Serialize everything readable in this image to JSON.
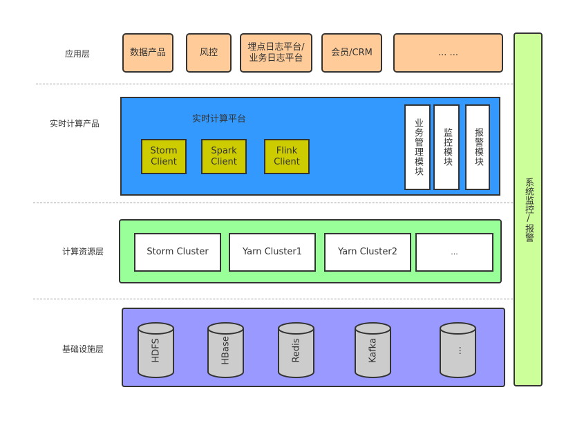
{
  "layers": {
    "application": "应用层",
    "realtime_product": "实时计算产品",
    "compute_resource": "计算资源层",
    "infrastructure": "基础设施层"
  },
  "application_items": [
    "数据产品",
    "风控",
    "埋点日志平台/\n业务日志平台",
    "会员/CRM",
    "... ..."
  ],
  "realtime_platform": {
    "title": "实时计算平台",
    "clients": [
      "Storm\nClient",
      "Spark\nClient",
      "Flink\nClient"
    ],
    "modules": [
      "业务管理模块",
      "监控模块",
      "报警模块"
    ]
  },
  "clusters": [
    "Storm Cluster",
    "Yarn Cluster1",
    "Yarn Cluster2",
    "..."
  ],
  "storage": [
    "HDFS",
    "HBase",
    "Redis",
    "Kafka",
    "..."
  ],
  "system_monitor": "系统监控/报警",
  "colors": {
    "application": "#ffcc99",
    "realtime": "#3399ff",
    "client": "#cccc00",
    "compute": "#99ff99",
    "infra": "#9999ff",
    "storage": "#cccccc",
    "monitor": "#ccff99"
  }
}
